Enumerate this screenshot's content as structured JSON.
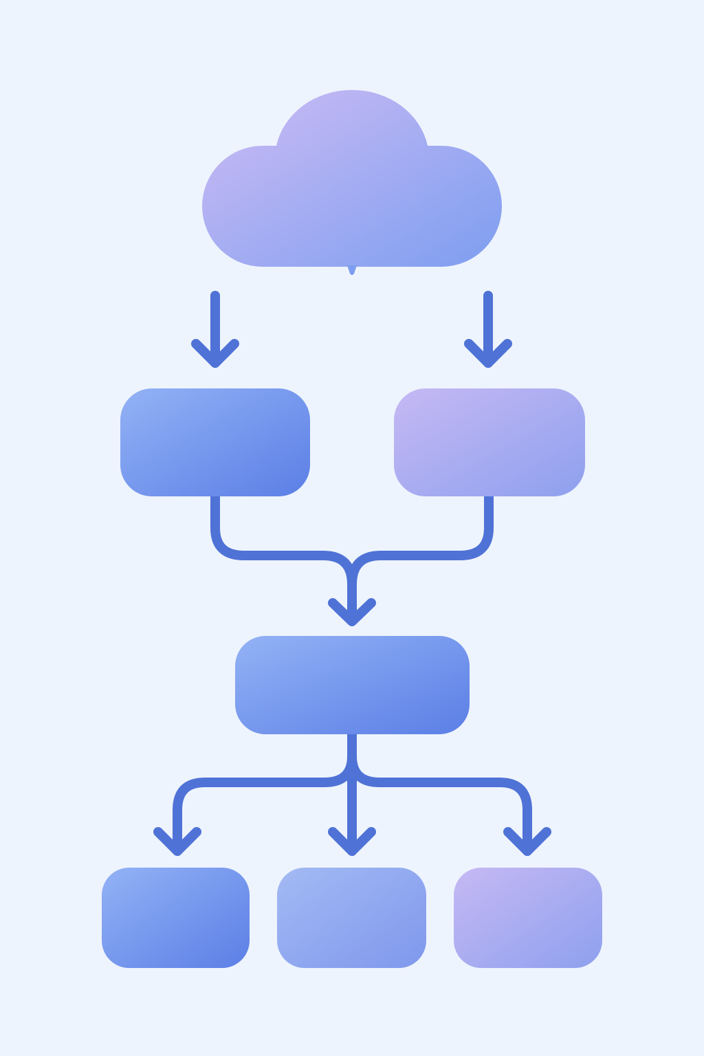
{
  "diagram": {
    "type": "flowchart",
    "nodes": [
      {
        "id": "cloud",
        "shape": "cloud",
        "fill": "purple-blue"
      },
      {
        "id": "mid-left",
        "shape": "rounded-rect",
        "fill": "blue"
      },
      {
        "id": "mid-right",
        "shape": "rounded-rect",
        "fill": "purple"
      },
      {
        "id": "center",
        "shape": "rounded-rect",
        "fill": "blue"
      },
      {
        "id": "bottom-left",
        "shape": "rounded-rect",
        "fill": "blue"
      },
      {
        "id": "bottom-center",
        "shape": "rounded-rect",
        "fill": "light-blue"
      },
      {
        "id": "bottom-right",
        "shape": "rounded-rect",
        "fill": "purple"
      }
    ],
    "edges": [
      {
        "from": "cloud",
        "to": "mid-left"
      },
      {
        "from": "cloud",
        "to": "mid-right"
      },
      {
        "from": "mid-left",
        "to": "center"
      },
      {
        "from": "mid-right",
        "to": "center"
      },
      {
        "from": "center",
        "to": "bottom-left"
      },
      {
        "from": "center",
        "to": "bottom-center"
      },
      {
        "from": "center",
        "to": "bottom-right"
      }
    ]
  },
  "colors": {
    "background": "#eef4fd",
    "stroke": "#4f72d6",
    "blue_start": "#93b2f5",
    "blue_end": "#5b7fe6",
    "purple_start": "#c6b9f4",
    "purple_end": "#8ea0ee"
  }
}
